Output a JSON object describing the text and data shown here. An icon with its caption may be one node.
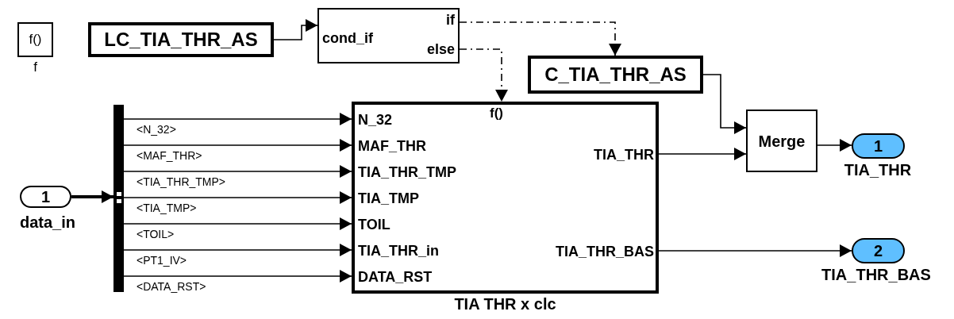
{
  "diagram": {
    "nodes": [
      {
        "text": [
          "f()"
        ],
        "beside": [
          "f"
        ]
      },
      {
        "text": [
          "LC_TIA_THR_AS"
        ]
      },
      {
        "text": [
          "cond_if",
          "if",
          "else"
        ]
      },
      {
        "text": [
          "C_TIA_THR_AS"
        ]
      },
      {
        "text": [
          "1"
        ],
        "beside": [
          "data_in"
        ]
      },
      {
        "text": [],
        "shape": "bar"
      },
      {
        "text": [
          "f()",
          "N_32",
          "MAF_THR",
          "TIA_THR_TMP",
          "TIA_TMP",
          "TOIL",
          "TIA_THR_in",
          "DATA_RST",
          "TIA_THR",
          "TIA_THR_BAS"
        ],
        "beside": [
          "TIA THR x clc"
        ]
      },
      {
        "text": [
          "Merge"
        ]
      },
      {
        "text": [
          "1"
        ],
        "beside": [
          "TIA_THR"
        ]
      },
      {
        "text": [
          "2"
        ],
        "beside": [
          "TIA_THR_BAS"
        ]
      }
    ],
    "edges": [
      {
        "from": 1,
        "to": 2,
        "arrow": "to"
      },
      {
        "from": 2,
        "to": 3,
        "arrow": "to",
        "style": "dashed"
      },
      {
        "from": 2,
        "to": 6,
        "arrow": "to",
        "style": "dashed"
      },
      {
        "from": 4,
        "to": 5,
        "arrow": "to",
        "style": "thick"
      },
      {
        "from": 5,
        "to": 6,
        "arrow": "to",
        "label": "<N_32>"
      },
      {
        "from": 5,
        "to": 6,
        "arrow": "to",
        "label": "<MAF_THR>"
      },
      {
        "from": 5,
        "to": 6,
        "arrow": "to",
        "label": "<TIA_THR_TMP>"
      },
      {
        "from": 5,
        "to": 6,
        "arrow": "to",
        "label": "<TIA_TMP>"
      },
      {
        "from": 5,
        "to": 6,
        "arrow": "to",
        "label": "<TOIL>"
      },
      {
        "from": 5,
        "to": 6,
        "arrow": "to",
        "label": "<PT1_IV>"
      },
      {
        "from": 5,
        "to": 6,
        "arrow": "to",
        "label": "<DATA_RST>"
      },
      {
        "from": 3,
        "to": 7,
        "arrow": "to"
      },
      {
        "from": 6,
        "to": 7,
        "arrow": "to"
      },
      {
        "from": 7,
        "to": 8,
        "arrow": "to"
      },
      {
        "from": 6,
        "to": 9,
        "arrow": "to"
      }
    ]
  }
}
